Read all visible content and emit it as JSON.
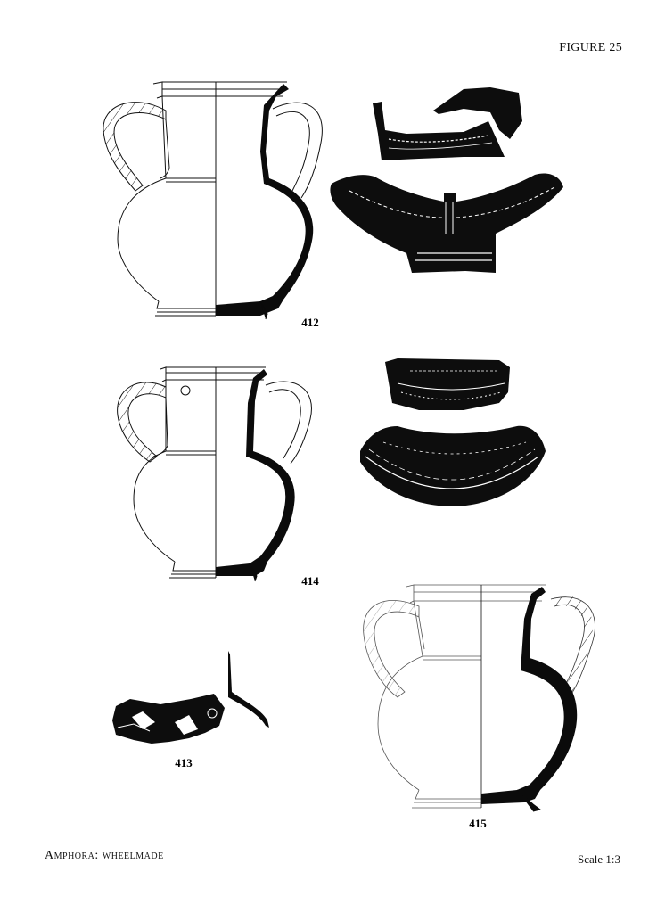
{
  "figure": {
    "label": "FIGURE 25"
  },
  "catalogue": {
    "item_412": "412",
    "item_414": "414",
    "item_413": "413",
    "item_415": "415"
  },
  "footer": {
    "title": "Amphora: wheelmade",
    "scale": "Scale 1:3"
  }
}
